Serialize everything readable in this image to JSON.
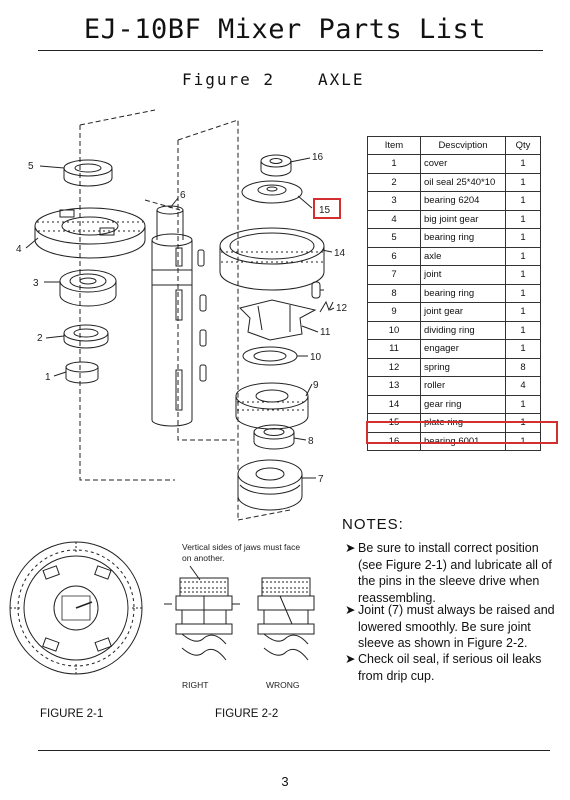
{
  "header": {
    "title": "EJ-10BF Mixer Parts List",
    "figure_label": "Figure 2",
    "figure_name": "AXLE"
  },
  "table": {
    "headers": {
      "item": "Item",
      "description": "Descviption",
      "qty": "Qty"
    },
    "rows": [
      {
        "item": "1",
        "description": "cover",
        "qty": "1"
      },
      {
        "item": "2",
        "description": "oil seal 25*40*10",
        "qty": "1"
      },
      {
        "item": "3",
        "description": "bearing 6204",
        "qty": "1"
      },
      {
        "item": "4",
        "description": "big joint gear",
        "qty": "1"
      },
      {
        "item": "5",
        "description": "bearing ring",
        "qty": "1"
      },
      {
        "item": "6",
        "description": "axle",
        "qty": "1"
      },
      {
        "item": "7",
        "description": "joint",
        "qty": "1"
      },
      {
        "item": "8",
        "description": "bearing ring",
        "qty": "1"
      },
      {
        "item": "9",
        "description": "joint gear",
        "qty": "1"
      },
      {
        "item": "10",
        "description": "dividing ring",
        "qty": "1"
      },
      {
        "item": "11",
        "description": "engager",
        "qty": "1"
      },
      {
        "item": "12",
        "description": "spring",
        "qty": "8"
      },
      {
        "item": "13",
        "description": "roller",
        "qty": "4"
      },
      {
        "item": "14",
        "description": "gear ring",
        "qty": "1"
      },
      {
        "item": "15",
        "description": "plate ring",
        "qty": "1"
      },
      {
        "item": "16",
        "description": "bearing 6001",
        "qty": "1"
      }
    ],
    "highlight_color": "#d32f2f"
  },
  "diagram": {
    "callouts": [
      "1",
      "2",
      "3",
      "4",
      "5",
      "6",
      "7",
      "8",
      "9",
      "10",
      "11",
      "12",
      "14",
      "15",
      "16"
    ],
    "highlighted_callout": "15"
  },
  "notes": {
    "title": "NOTES:",
    "items": [
      "Be sure to install correct position (see Figure 2-1) and lubricate all of the pins in the sleeve drive when reassembling.",
      "Joint (7) must always be raised and lowered smoothly. Be sure joint sleeve as shown in Figure 2-2.",
      "Check oil seal, if serious oil leaks from drip cup."
    ]
  },
  "figure2_2": {
    "caption_top": "Vertical sides of jaws must face on another.",
    "right_label": "RIGHT",
    "wrong_label": "WRONG"
  },
  "figure_captions": {
    "fig1": "FIGURE 2-1",
    "fig2": "FIGURE 2-2"
  },
  "page_number": "3"
}
